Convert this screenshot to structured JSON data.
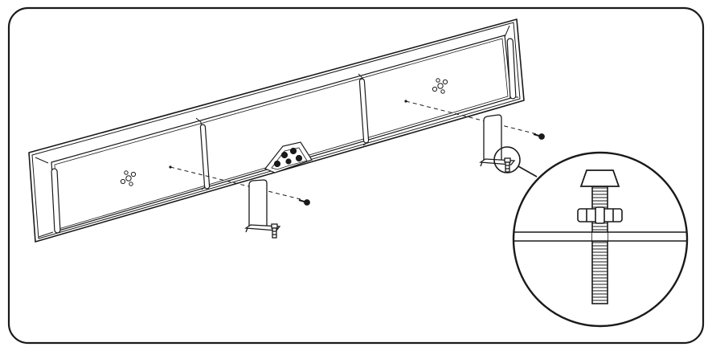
{
  "figure": {
    "kind": "assembly-instruction-illustration",
    "colors": {
      "line": "#1a1a1a",
      "fill": "#ffffff",
      "frame": "#1a1a1a"
    },
    "parts": {
      "panel": "long-wall-panel",
      "brackets": 2,
      "screws": 2,
      "detail_view": "bolt-with-nut-closeup"
    }
  }
}
